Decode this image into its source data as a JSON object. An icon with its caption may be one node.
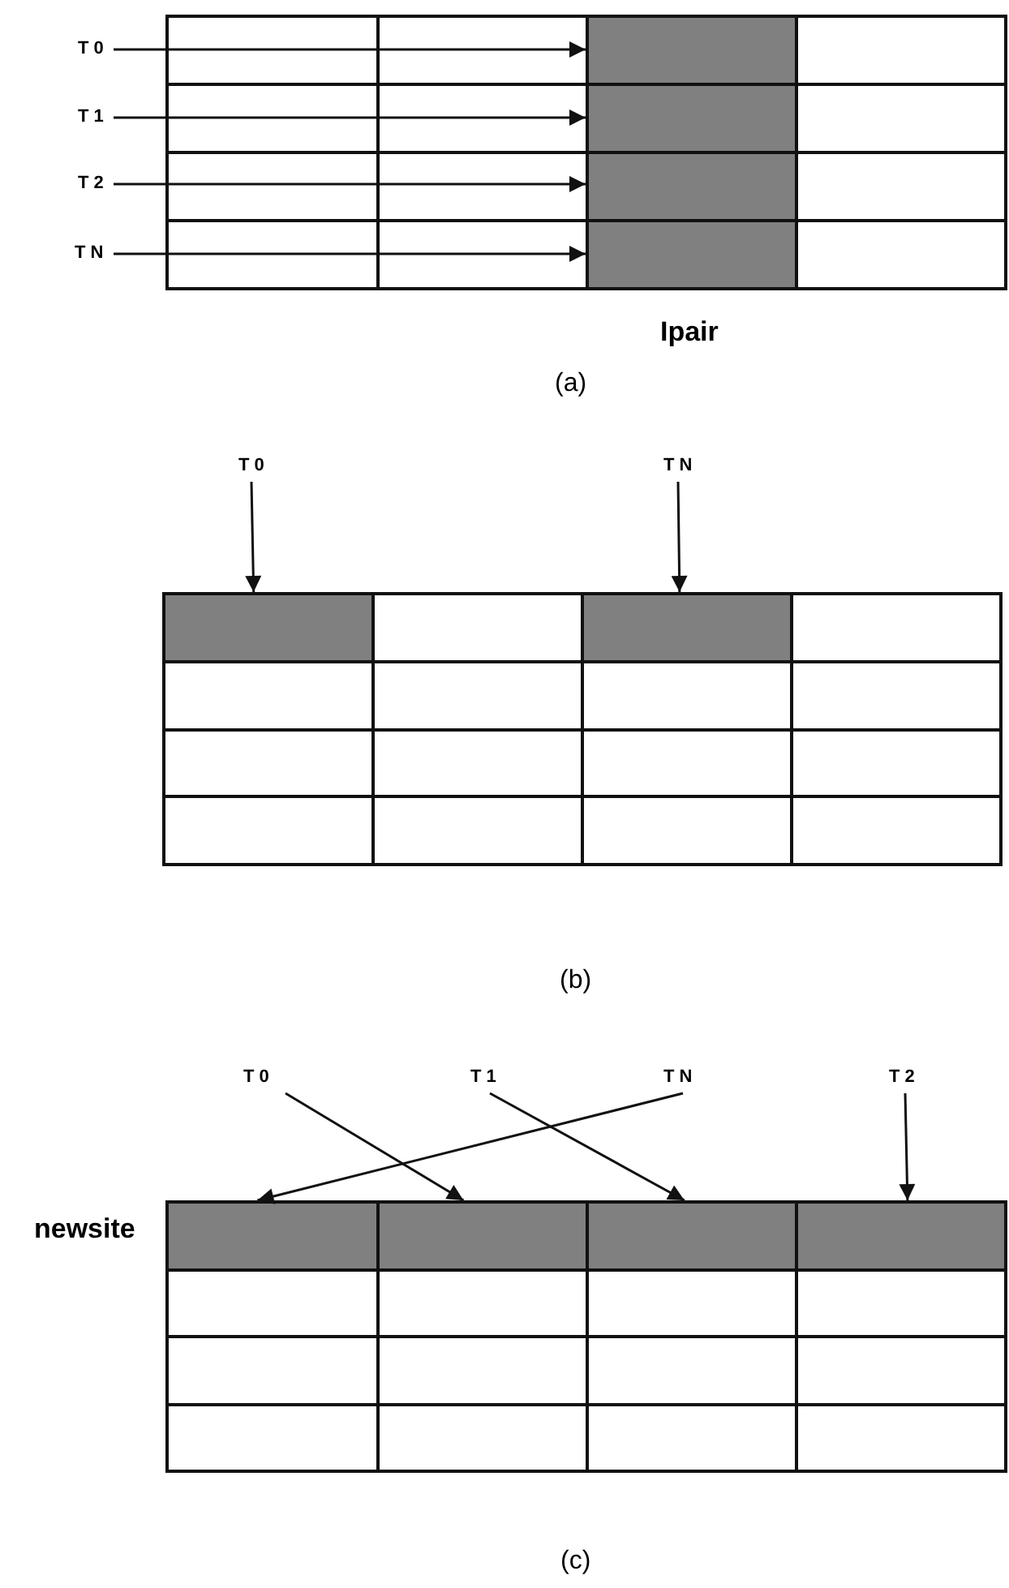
{
  "diagram": {
    "nodes": [
      {
        "text": [
          "T 0"
        ]
      },
      {
        "text": [
          "T 1"
        ]
      },
      {
        "text": [
          "T 2"
        ]
      },
      {
        "text": [
          "T N"
        ]
      },
      {
        "text": [],
        "shape": "box"
      },
      {
        "text": [],
        "shape": "box"
      },
      {
        "text": [],
        "shape": "box"
      },
      {
        "text": [],
        "shape": "box"
      },
      {
        "text": [
          "T 0"
        ]
      },
      {
        "text": [
          "T N"
        ]
      },
      {
        "text": [],
        "shape": "box"
      },
      {
        "text": [],
        "shape": "box"
      },
      {
        "text": [
          "T 0"
        ]
      },
      {
        "text": [
          "T 1"
        ]
      },
      {
        "text": [
          "T N"
        ]
      },
      {
        "text": [
          "T 2"
        ]
      },
      {
        "text": [],
        "shape": "box"
      },
      {
        "text": [],
        "shape": "box"
      },
      {
        "text": [],
        "shape": "box"
      },
      {
        "text": [],
        "shape": "box"
      }
    ],
    "edges": [
      {
        "from": 0,
        "to": 4,
        "arrow": "to"
      },
      {
        "from": 1,
        "to": 5,
        "arrow": "to"
      },
      {
        "from": 2,
        "to": 6,
        "arrow": "to"
      },
      {
        "from": 3,
        "to": 7,
        "arrow": "to"
      },
      {
        "from": 8,
        "to": 10,
        "arrow": "to"
      },
      {
        "from": 9,
        "to": 11,
        "arrow": "to"
      },
      {
        "from": 12,
        "to": 17,
        "arrow": "to"
      },
      {
        "from": 13,
        "to": 18,
        "arrow": "to"
      },
      {
        "from": 14,
        "to": 16,
        "arrow": "to"
      },
      {
        "from": 15,
        "to": 19,
        "arrow": "to"
      }
    ],
    "labels": [
      "Ipair",
      "(a)",
      "(b)",
      "newsite",
      "(c)"
    ]
  }
}
